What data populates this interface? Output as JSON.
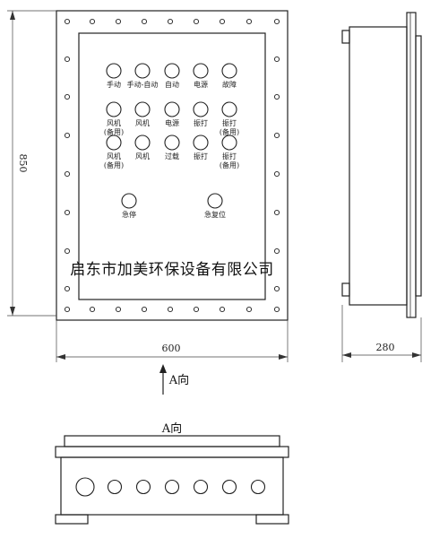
{
  "company_name": "启东市加美环保设备有限公司",
  "dimensions": {
    "width": "600",
    "height": "850",
    "depth": "280"
  },
  "view_arrow_label": "A向",
  "bottom_view_title": "A向",
  "buttons": {
    "row1": [
      {
        "lines": [
          "手动"
        ]
      },
      {
        "lines": [
          "手动-自动"
        ]
      },
      {
        "lines": [
          "自动"
        ]
      },
      {
        "lines": [
          "电源"
        ]
      },
      {
        "lines": [
          "故障"
        ]
      }
    ],
    "row2": [
      {
        "lines": [
          "风机",
          "(备用)"
        ]
      },
      {
        "lines": [
          "风机"
        ]
      },
      {
        "lines": [
          "电源"
        ]
      },
      {
        "lines": [
          "振打"
        ]
      },
      {
        "lines": [
          "振打",
          "(备用)"
        ]
      }
    ],
    "row3": [
      {
        "lines": [
          "风机",
          "(备用)"
        ]
      },
      {
        "lines": [
          "风机"
        ]
      },
      {
        "lines": [
          "过载"
        ]
      },
      {
        "lines": [
          "振打"
        ]
      },
      {
        "lines": [
          "振打",
          "(备用)"
        ]
      }
    ],
    "row4": [
      {
        "lines": [
          "急停"
        ]
      },
      {
        "lines": [
          "急复位"
        ]
      }
    ]
  }
}
